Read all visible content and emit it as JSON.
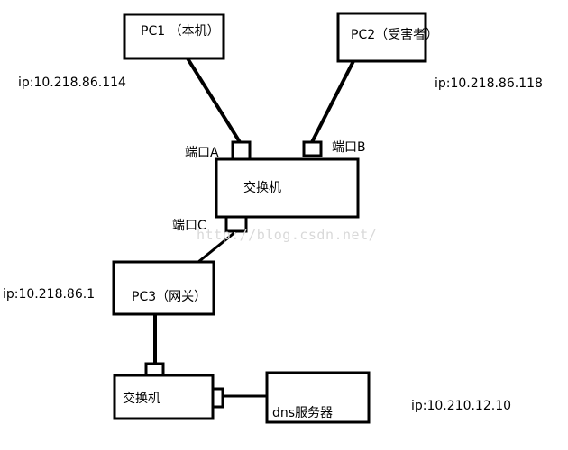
{
  "colors": {
    "stroke": "#000000",
    "background": "#ffffff",
    "watermark": "#d9d9d9"
  },
  "nodes": {
    "pc1": {
      "label": "PC1 （本机）",
      "ip": "ip:10.218.86.114"
    },
    "pc2": {
      "label": "PC2（受害者）",
      "ip": "ip:10.218.86.118"
    },
    "switch1": {
      "label": "交换机"
    },
    "pc3": {
      "label": "PC3（网关）",
      "ip": "ip:10.218.86.1"
    },
    "switch2": {
      "label": "交换机"
    },
    "dns": {
      "label": "dns服务器",
      "ip": "ip:10.210.12.10"
    }
  },
  "ports": {
    "a": "端口A",
    "b": "端口B",
    "c": "端口C"
  },
  "watermark": "http://blog.csdn.net/"
}
